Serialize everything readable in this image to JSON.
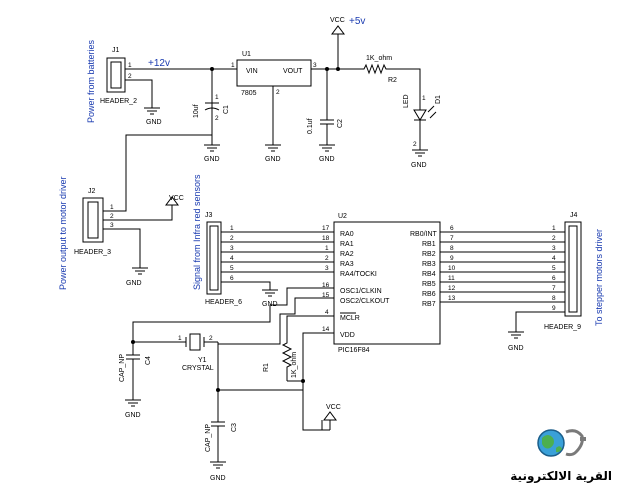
{
  "labels": {
    "vcc_top": "VCC",
    "plus5v": "+5v",
    "plus12v": "+12v",
    "j1": "J1",
    "j1_type": "HEADER_2",
    "power_batteries": "Power from batteries",
    "u1": "U1",
    "u1_part": "7805",
    "vin": "VIN",
    "vout": "VOUT",
    "pin1": "1",
    "pin2": "2",
    "pin3": "3",
    "c1_name": "C1",
    "c1_val": "10uf",
    "c2_name": "C2",
    "c2_val": "0.1uf",
    "r2_name": "R2",
    "r2_val": "1K_ohm",
    "d1_name": "D1",
    "led": "LED",
    "gnd": "GND",
    "j2": "J2",
    "j2_type": "HEADER_3",
    "power_motor": "Power output to motor driver",
    "vcc": "VCC",
    "j3": "J3",
    "j3_type": "HEADER_6",
    "signal_ir": "Signal from Infra red sensors",
    "u2": "U2",
    "u2_part": "PIC16F84",
    "ra0": "RA0",
    "ra1": "RA1",
    "ra2": "RA2",
    "ra3": "RA3",
    "ra4": "RA4/TOCKI",
    "osc1": "OSC1/CLKIN",
    "osc2": "OSC2/CLKOUT",
    "mclr": "MCLR",
    "vdd": "VDD",
    "rb0": "RB0/INT",
    "rb1": "RB1",
    "rb2": "RB2",
    "rb3": "RB3",
    "rb4": "RB4",
    "rb5": "RB5",
    "rb6": "RB6",
    "rb7": "RB7",
    "j4": "J4",
    "j4_type": "HEADER_9",
    "stepper": "To stepper motors driver",
    "c4_name": "C4",
    "cap_np": "CAP_NP",
    "c3_name": "C3",
    "y1": "Y1",
    "crystal": "CRYSTAL",
    "r1_name": "R1",
    "r1_val": "1K_ohm",
    "logo_text": "القرية الالكترونية"
  },
  "pins": {
    "ra_left": [
      "17",
      "18",
      "1",
      "2",
      "3"
    ],
    "osc_left": [
      "16",
      "15"
    ],
    "mclr_pin": "4",
    "vdd_pin": "14",
    "rb_right": [
      "6",
      "7",
      "8",
      "9",
      "10",
      "11",
      "12",
      "13"
    ],
    "j3_pins": [
      "1",
      "2",
      "3",
      "4",
      "5",
      "6"
    ],
    "j4_pins": [
      "1",
      "2",
      "3",
      "4",
      "5",
      "6",
      "7",
      "8",
      "9"
    ],
    "j2_pins": [
      "1",
      "2",
      "3"
    ],
    "j1_pins": [
      "1",
      "2"
    ]
  },
  "colors": {
    "wire": "#000000",
    "note_text": "#1a3bb0"
  }
}
